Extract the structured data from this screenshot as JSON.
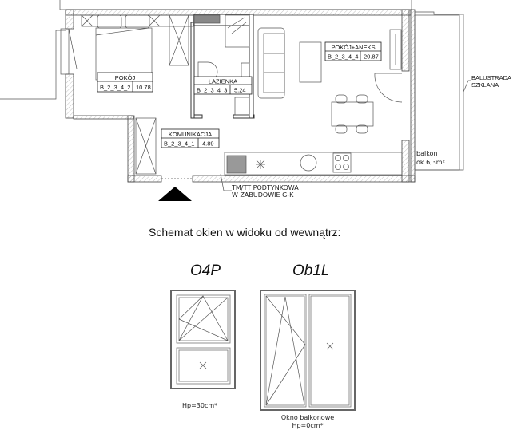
{
  "plan": {
    "rooms": [
      {
        "name": "POKÓJ",
        "code": "B_2_3_4_2",
        "area": "10.78"
      },
      {
        "name": "ŁAZIENKA",
        "code": "B_2_3_4_3",
        "area": "5.24"
      },
      {
        "name": "KOMUNIKACJA",
        "code": "B_2_3_4_1",
        "area": "4.89"
      },
      {
        "name": "POKÓJ+ANEKS",
        "code": "B_2_3_4_4",
        "area": "20.87"
      }
    ],
    "balcony_label": "balkon",
    "balcony_area": "ok.6,3m²",
    "railing_note_1": "BALUSTRADA",
    "railing_note_2": "SZKLANA",
    "tm_note_1": "TM/TT PODTYNKOWA",
    "tm_note_2": "W ZABUDOWIE G-K"
  },
  "windows": {
    "title": "Schemat okien w widoku od wewnątrz:",
    "items": [
      {
        "code": "O4P",
        "note": "Hp=30cm*"
      },
      {
        "code": "Ob1L",
        "caption": "Okno balkonowe",
        "note": "Hp=0cm*"
      }
    ]
  }
}
